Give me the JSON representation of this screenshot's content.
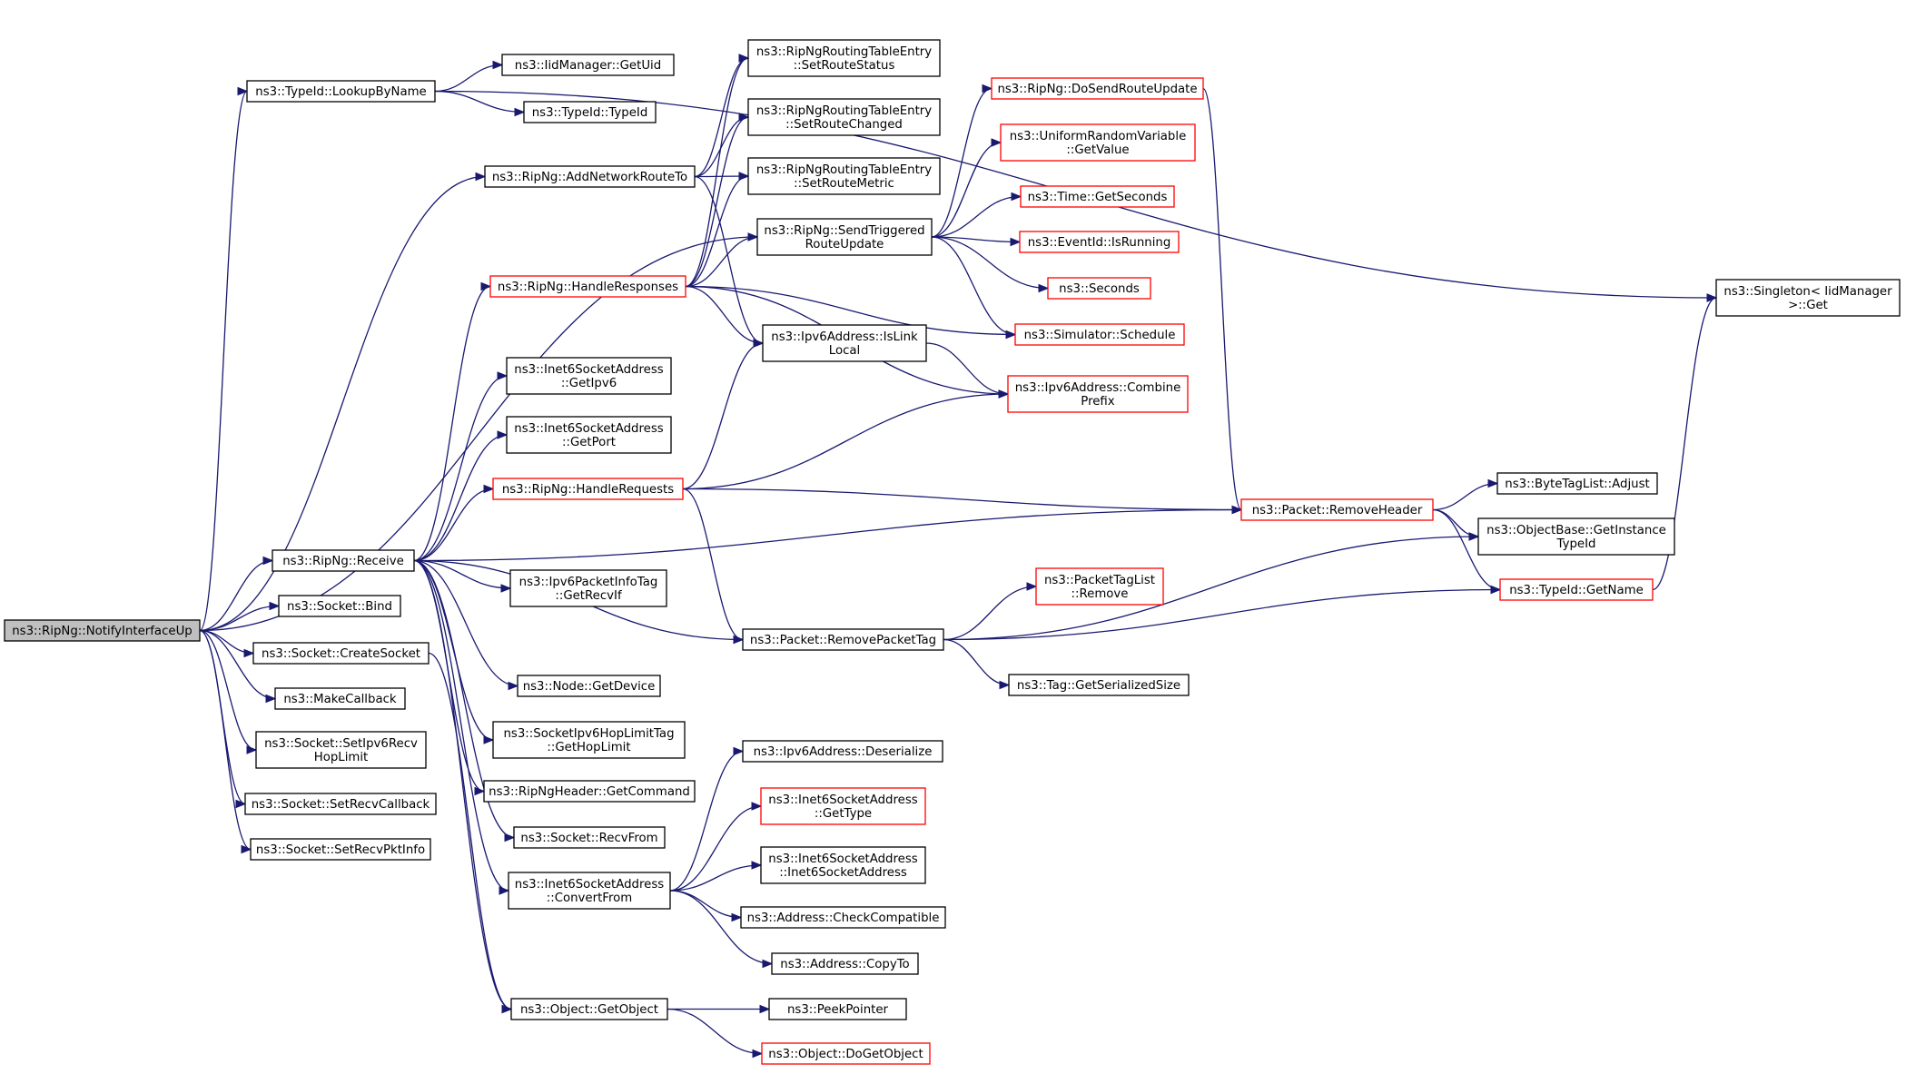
{
  "colors": {
    "edge": "#191970",
    "box_normal": "#000000",
    "box_truncated": "#ff0000",
    "root_fill": "#bfbfbf"
  },
  "nodes": {
    "root": {
      "lines": [
        "ns3::RipNg::NotifyInterfaceUp"
      ],
      "style": "root"
    },
    "lookup": {
      "lines": [
        "ns3::TypeId::LookupByName"
      ],
      "style": "normal"
    },
    "iidmgr": {
      "lines": [
        "ns3::IidManager::GetUid"
      ],
      "style": "normal"
    },
    "typeid": {
      "lines": [
        "ns3::TypeId::TypeId"
      ],
      "style": "normal"
    },
    "singleton": {
      "lines": [
        "ns3::Singleton< IidManager",
        ">::Get"
      ],
      "style": "normal"
    },
    "addnet": {
      "lines": [
        "ns3::RipNg::AddNetworkRouteTo"
      ],
      "style": "normal"
    },
    "setstatus": {
      "lines": [
        "ns3::RipNgRoutingTableEntry",
        "::SetRouteStatus"
      ],
      "style": "normal"
    },
    "setchanged": {
      "lines": [
        "ns3::RipNgRoutingTableEntry",
        "::SetRouteChanged"
      ],
      "style": "normal"
    },
    "setmetric": {
      "lines": [
        "ns3::RipNgRoutingTableEntry",
        "::SetRouteMetric"
      ],
      "style": "normal"
    },
    "sendtrig": {
      "lines": [
        "ns3::RipNg::SendTriggered",
        "RouteUpdate"
      ],
      "style": "normal"
    },
    "handleresp": {
      "lines": [
        "ns3::RipNg::HandleResponses"
      ],
      "style": "truncated"
    },
    "islink": {
      "lines": [
        "ns3::Ipv6Address::IsLink",
        "Local"
      ],
      "style": "normal"
    },
    "dosend": {
      "lines": [
        "ns3::RipNg::DoSendRouteUpdate"
      ],
      "style": "truncated"
    },
    "uniform": {
      "lines": [
        "ns3::UniformRandomVariable",
        "::GetValue"
      ],
      "style": "truncated"
    },
    "getseconds": {
      "lines": [
        "ns3::Time::GetSeconds"
      ],
      "style": "truncated"
    },
    "isrunning": {
      "lines": [
        "ns3::EventId::IsRunning"
      ],
      "style": "truncated"
    },
    "seconds": {
      "lines": [
        "ns3::Seconds"
      ],
      "style": "truncated"
    },
    "schedule": {
      "lines": [
        "ns3::Simulator::Schedule"
      ],
      "style": "truncated"
    },
    "combine": {
      "lines": [
        "ns3::Ipv6Address::Combine",
        "Prefix"
      ],
      "style": "truncated"
    },
    "getipv6": {
      "lines": [
        "ns3::Inet6SocketAddress",
        "::GetIpv6"
      ],
      "style": "normal"
    },
    "getport": {
      "lines": [
        "ns3::Inet6SocketAddress",
        "::GetPort"
      ],
      "style": "normal"
    },
    "handlereq": {
      "lines": [
        "ns3::RipNg::HandleRequests"
      ],
      "style": "truncated"
    },
    "removeheader": {
      "lines": [
        "ns3::Packet::RemoveHeader"
      ],
      "style": "truncated"
    },
    "adjust": {
      "lines": [
        "ns3::ByteTagList::Adjust"
      ],
      "style": "normal"
    },
    "getinstance": {
      "lines": [
        "ns3::ObjectBase::GetInstance",
        "TypeId"
      ],
      "style": "normal"
    },
    "getname": {
      "lines": [
        "ns3::TypeId::GetName"
      ],
      "style": "truncated"
    },
    "receive": {
      "lines": [
        "ns3::RipNg::Receive"
      ],
      "style": "normal"
    },
    "getrecvif": {
      "lines": [
        "ns3::Ipv6PacketInfoTag",
        "::GetRecvIf"
      ],
      "style": "normal"
    },
    "bind": {
      "lines": [
        "ns3::Socket::Bind"
      ],
      "style": "normal"
    },
    "createsocket": {
      "lines": [
        "ns3::Socket::CreateSocket"
      ],
      "style": "normal"
    },
    "tagremove": {
      "lines": [
        "ns3::PacketTagList",
        "::Remove"
      ],
      "style": "truncated"
    },
    "removepkttag": {
      "lines": [
        "ns3::Packet::RemovePacketTag"
      ],
      "style": "normal"
    },
    "serialsize": {
      "lines": [
        "ns3::Tag::GetSerializedSize"
      ],
      "style": "normal"
    },
    "getdevice": {
      "lines": [
        "ns3::Node::GetDevice"
      ],
      "style": "normal"
    },
    "makecb": {
      "lines": [
        "ns3::MakeCallback"
      ],
      "style": "normal"
    },
    "sethoplimit": {
      "lines": [
        "ns3::Socket::SetIpv6Recv",
        "HopLimit"
      ],
      "style": "normal"
    },
    "gethoplimit": {
      "lines": [
        "ns3::SocketIpv6HopLimitTag",
        "::GetHopLimit"
      ],
      "style": "normal"
    },
    "getcommand": {
      "lines": [
        "ns3::RipNgHeader::GetCommand"
      ],
      "style": "normal"
    },
    "setrecvcb": {
      "lines": [
        "ns3::Socket::SetRecvCallback"
      ],
      "style": "normal"
    },
    "recvfrom": {
      "lines": [
        "ns3::Socket::RecvFrom"
      ],
      "style": "normal"
    },
    "setrecvpkt": {
      "lines": [
        "ns3::Socket::SetRecvPktInfo"
      ],
      "style": "normal"
    },
    "deserialize": {
      "lines": [
        "ns3::Ipv6Address::Deserialize"
      ],
      "style": "normal"
    },
    "gettype": {
      "lines": [
        "ns3::Inet6SocketAddress",
        "::GetType"
      ],
      "style": "truncated"
    },
    "inet6ctor": {
      "lines": [
        "ns3::Inet6SocketAddress",
        "::Inet6SocketAddress"
      ],
      "style": "normal"
    },
    "convertfrom": {
      "lines": [
        "ns3::Inet6SocketAddress",
        "::ConvertFrom"
      ],
      "style": "normal"
    },
    "checkcompat": {
      "lines": [
        "ns3::Address::CheckCompatible"
      ],
      "style": "normal"
    },
    "copyto": {
      "lines": [
        "ns3::Address::CopyTo"
      ],
      "style": "normal"
    },
    "getobject": {
      "lines": [
        "ns3::Object::GetObject"
      ],
      "style": "normal"
    },
    "peekpointer": {
      "lines": [
        "ns3::PeekPointer"
      ],
      "style": "normal"
    },
    "dogetobject": {
      "lines": [
        "ns3::Object::DoGetObject"
      ],
      "style": "truncated"
    }
  },
  "edges": [
    [
      "root",
      "lookup"
    ],
    [
      "root",
      "addnet"
    ],
    [
      "root",
      "sendtrig"
    ],
    [
      "root",
      "receive"
    ],
    [
      "root",
      "bind"
    ],
    [
      "root",
      "createsocket"
    ],
    [
      "root",
      "makecb"
    ],
    [
      "root",
      "sethoplimit"
    ],
    [
      "root",
      "setrecvcb"
    ],
    [
      "root",
      "setrecvpkt"
    ],
    [
      "lookup",
      "iidmgr"
    ],
    [
      "lookup",
      "typeid"
    ],
    [
      "lookup",
      "singleton"
    ],
    [
      "addnet",
      "setstatus"
    ],
    [
      "addnet",
      "setchanged"
    ],
    [
      "addnet",
      "setmetric"
    ],
    [
      "addnet",
      "islink"
    ],
    [
      "sendtrig",
      "dosend"
    ],
    [
      "sendtrig",
      "uniform"
    ],
    [
      "sendtrig",
      "getseconds"
    ],
    [
      "sendtrig",
      "isrunning"
    ],
    [
      "sendtrig",
      "seconds"
    ],
    [
      "sendtrig",
      "schedule"
    ],
    [
      "handleresp",
      "setstatus"
    ],
    [
      "handleresp",
      "setchanged"
    ],
    [
      "handleresp",
      "setmetric"
    ],
    [
      "handleresp",
      "sendtrig"
    ],
    [
      "handleresp",
      "islink"
    ],
    [
      "handleresp",
      "schedule"
    ],
    [
      "handleresp",
      "combine"
    ],
    [
      "islink",
      "combine"
    ],
    [
      "dosend",
      "removeheader"
    ],
    [
      "handlereq",
      "islink"
    ],
    [
      "handlereq",
      "combine"
    ],
    [
      "handlereq",
      "removeheader"
    ],
    [
      "handlereq",
      "removepkttag"
    ],
    [
      "removeheader",
      "adjust"
    ],
    [
      "removeheader",
      "getinstance"
    ],
    [
      "removeheader",
      "getname"
    ],
    [
      "getname",
      "singleton"
    ],
    [
      "receive",
      "handleresp"
    ],
    [
      "receive",
      "getipv6"
    ],
    [
      "receive",
      "getport"
    ],
    [
      "receive",
      "handlereq"
    ],
    [
      "receive",
      "removeheader"
    ],
    [
      "receive",
      "getrecvif"
    ],
    [
      "receive",
      "removepkttag"
    ],
    [
      "receive",
      "getdevice"
    ],
    [
      "receive",
      "gethoplimit"
    ],
    [
      "receive",
      "getcommand"
    ],
    [
      "receive",
      "recvfrom"
    ],
    [
      "receive",
      "convertfrom"
    ],
    [
      "receive",
      "getobject"
    ],
    [
      "createsocket",
      "getobject"
    ],
    [
      "removepkttag",
      "tagremove"
    ],
    [
      "removepkttag",
      "serialsize"
    ],
    [
      "removepkttag",
      "getinstance"
    ],
    [
      "removepkttag",
      "getname"
    ],
    [
      "convertfrom",
      "deserialize"
    ],
    [
      "convertfrom",
      "gettype"
    ],
    [
      "convertfrom",
      "inet6ctor"
    ],
    [
      "convertfrom",
      "checkcompat"
    ],
    [
      "convertfrom",
      "copyto"
    ],
    [
      "getobject",
      "peekpointer"
    ],
    [
      "getobject",
      "dogetobject"
    ]
  ]
}
